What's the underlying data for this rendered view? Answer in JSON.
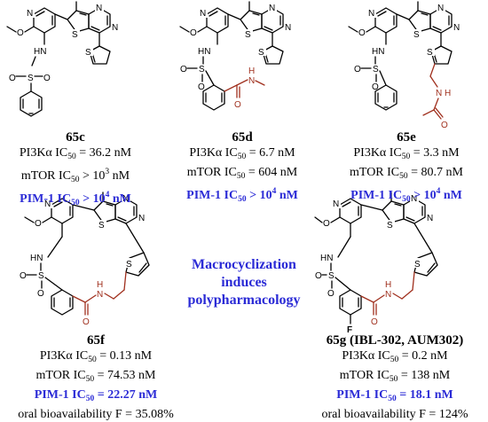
{
  "atoms": {
    "N": "N",
    "O": "O",
    "S": "S",
    "H": "H",
    "HN": "HN",
    "F": "F"
  },
  "compounds": [
    {
      "id": "65c",
      "pi3k_prefix": "PI3Kα IC",
      "pi3k_sub": "50",
      "pi3k_val": " = 36.2 nM",
      "mtor_prefix": "mTOR IC",
      "mtor_sub": "50",
      "mtor_val": " > 10",
      "mtor_sup": "3",
      "mtor_unit": " nM",
      "pim_prefix": "PIM-1 IC",
      "pim_sub": "50",
      "pim_val": " > 10",
      "pim_sup": "4",
      "pim_unit": " nM"
    },
    {
      "id": "65d",
      "pi3k_prefix": "PI3Kα IC",
      "pi3k_sub": "50",
      "pi3k_val": " = 6.7 nM",
      "mtor_prefix": "mTOR IC",
      "mtor_sub": "50",
      "mtor_val": " = 604 nM",
      "pim_prefix": "PIM-1 IC",
      "pim_sub": "50",
      "pim_val": " > 10",
      "pim_sup": "4",
      "pim_unit": " nM"
    },
    {
      "id": "65e",
      "pi3k_prefix": "PI3Kα IC",
      "pi3k_sub": "50",
      "pi3k_val": " = 3.3 nM",
      "mtor_prefix": "mTOR IC",
      "mtor_sub": "50",
      "mtor_val": " = 80.7 nM",
      "pim_prefix": "PIM-1 IC",
      "pim_sub": "50",
      "pim_val": " > 10",
      "pim_sup": "4",
      "pim_unit": " nM"
    },
    {
      "id": "65f",
      "pi3k_prefix": "PI3Kα IC",
      "pi3k_sub": "50",
      "pi3k_val": " = 0.13 nM",
      "mtor_prefix": "mTOR IC",
      "mtor_sub": "50",
      "mtor_val": " = 74.53 nM",
      "pim_prefix": "PIM-1 IC",
      "pim_sub": "50",
      "pim_val": " = 22.27 nM",
      "oral": "oral bioavailability  F = 35.08%"
    },
    {
      "id": "65g (IBL-302, AUM302)",
      "pi3k_prefix": "PI3Kα IC",
      "pi3k_sub": "50",
      "pi3k_val": " = 0.2 nM",
      "mtor_prefix": "mTOR IC",
      "mtor_sub": "50",
      "mtor_val": " = 138 nM",
      "pim_prefix": "PIM-1 IC",
      "pim_sub": "50",
      "pim_val": " = 18.1 nM",
      "oral": "oral bioavailability  F = 124%"
    }
  ],
  "center_text": {
    "line1": "Macrocyclization",
    "line2": "induces",
    "line3": "polypharmacology"
  },
  "colors": {
    "accent": "#2b2bd6",
    "highlight": "#a0301e"
  }
}
